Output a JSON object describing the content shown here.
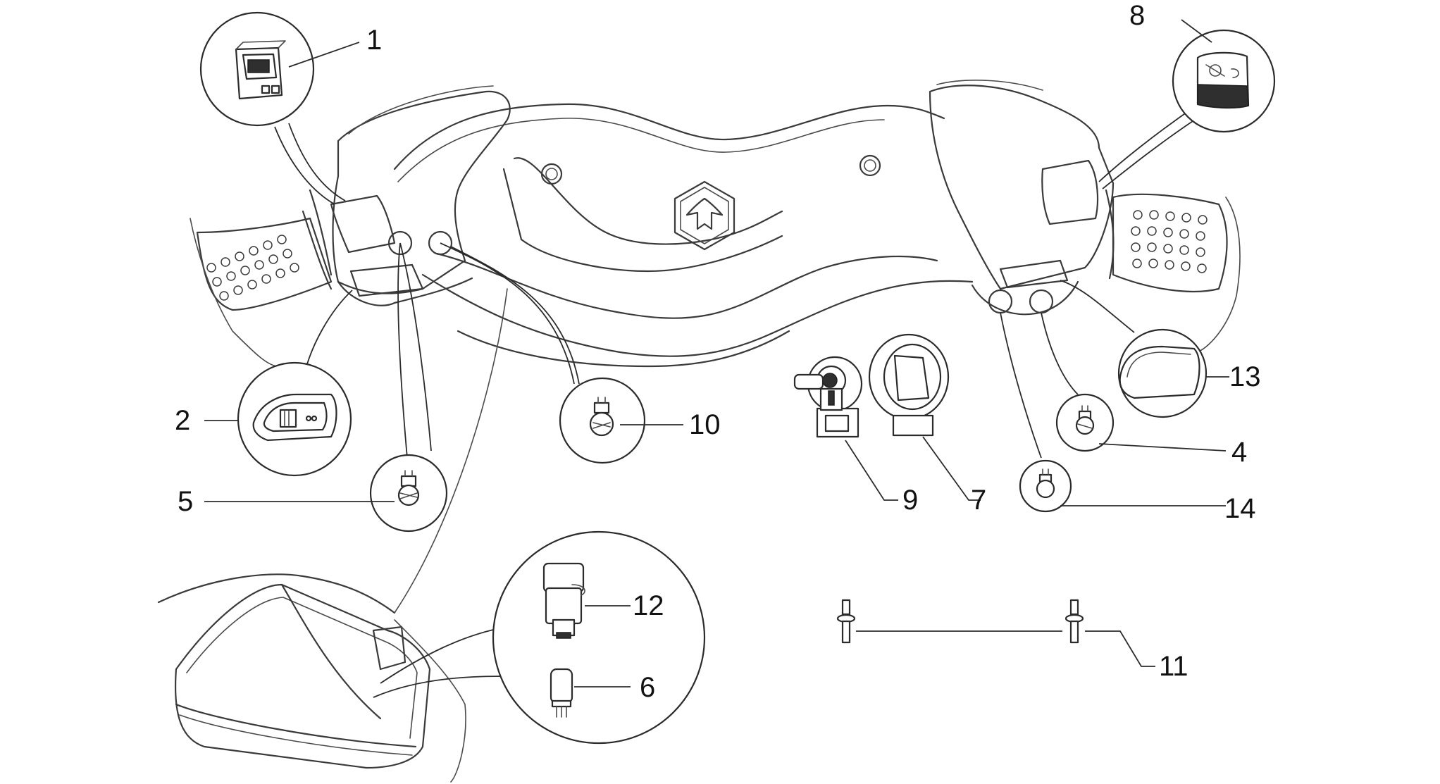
{
  "callouts": {
    "c1": "1",
    "c2": "2",
    "c4": "4",
    "c5": "5",
    "c6": "6",
    "c7": "7",
    "c8": "8",
    "c9": "9",
    "c10": "10",
    "c11": "11",
    "c12": "12",
    "c13": "13",
    "c14": "14"
  },
  "colors": {
    "line": "#2b2b2b",
    "background": "#ffffff",
    "label": "#111111"
  }
}
